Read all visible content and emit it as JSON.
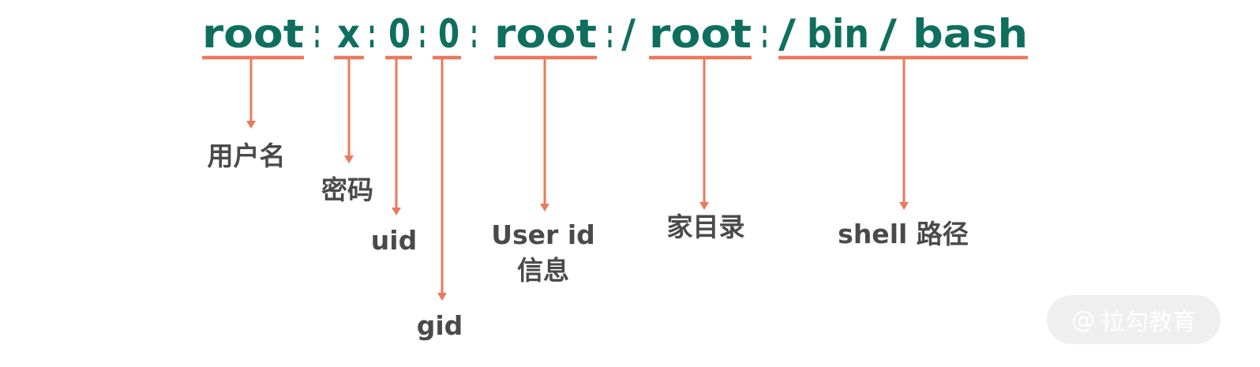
{
  "line_segments": [
    "root",
    ":",
    "x",
    ":",
    "0",
    ":",
    "0",
    ":",
    "root",
    ":",
    "/",
    "root",
    ":",
    "/",
    "bin",
    "/",
    "bash"
  ],
  "fields": [
    {
      "key": "username",
      "label_lines": [
        "用户名"
      ]
    },
    {
      "key": "password",
      "label_lines": [
        "密码"
      ]
    },
    {
      "key": "uid",
      "label_lines": [
        "uid"
      ]
    },
    {
      "key": "gid",
      "label_lines": [
        "gid"
      ]
    },
    {
      "key": "user-info",
      "label_lines": [
        "User id",
        "信息"
      ]
    },
    {
      "key": "home-dir",
      "label_lines": [
        "家目录"
      ]
    },
    {
      "key": "shell-path",
      "label_lines": [
        "shell 路径"
      ]
    }
  ],
  "watermark": {
    "icon": "@",
    "text": "拉勾教育"
  },
  "colors": {
    "line_text": "#0f6f5f",
    "accent": "#ea7a5b",
    "label_text": "#4a4a4a",
    "watermark_bg": "#efefef"
  }
}
